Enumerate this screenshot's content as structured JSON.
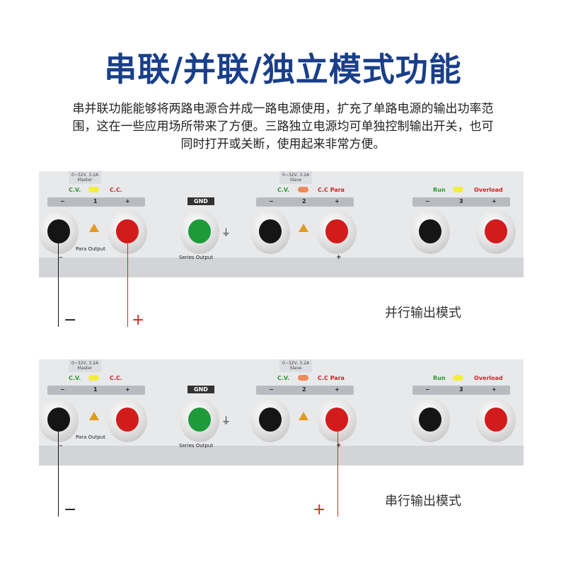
{
  "title": "串联/并联/独立模式功能",
  "description": [
    "串并联功能能够将两路电源合并成一路电源使用，扩充了单路电源的输出功率范",
    "围，这在一些应用场所带来了方便。三路独立电源均可单独控制输出开关，也可",
    "同时打开或关断，使用起来非常方便。"
  ],
  "panels": [
    {
      "mode_label": "并行输出模式",
      "ch1": {
        "spec": "0~32V, 3.2A",
        "role": "Master",
        "cv": "C.V.",
        "cc": "C.C.",
        "minus": "−",
        "num": "1",
        "plus": "+",
        "para_output": "Para Output"
      },
      "gnd": {
        "label": "GND"
      },
      "series_output": "Series Output",
      "ch2": {
        "spec": "0~32V, 3.2A",
        "role": "Slave",
        "cv": "C.V.",
        "cc": "C.C Para",
        "minus": "−",
        "num": "2",
        "plus": "+",
        "bottom_plus": "+"
      },
      "ch3": {
        "run": "Run",
        "overload": "Overload",
        "minus": "−",
        "num": "3",
        "plus": "+"
      },
      "bottom_minus": "−",
      "wire_minus_label": "−",
      "wire_plus_label": "+",
      "colors": {
        "led_yellow": "#f3ef3c",
        "led_orange": "#f08a5a",
        "cv_green": "#2b9a2b",
        "cc_red": "#d02424",
        "wire_red": "#d8241e"
      }
    },
    {
      "mode_label": "串行输出模式",
      "ch1": {
        "spec": "0~32V, 3.2A",
        "role": "Master",
        "cv": "C.V.",
        "cc": "C.C.",
        "minus": "−",
        "num": "1",
        "plus": "+",
        "para_output": "Para Output"
      },
      "gnd": {
        "label": "GND"
      },
      "series_output": "Series Output",
      "ch2": {
        "spec": "0~32V, 3.2A",
        "role": "Slave",
        "cv": "C.V.",
        "cc": "C.C Para",
        "minus": "−",
        "num": "2",
        "plus": "+",
        "bottom_plus": "+"
      },
      "ch3": {
        "run": "Run",
        "overload": "Overload",
        "minus": "−",
        "num": "3",
        "plus": "+"
      },
      "bottom_minus": "−",
      "wire_minus_label": "−",
      "wire_plus_label": "+",
      "colors": {
        "led_yellow": "#f3ef3c",
        "led_orange": "#f08a5a",
        "cv_green": "#2b9a2b",
        "cc_red": "#d02424",
        "wire_red": "#d8241e"
      }
    }
  ]
}
